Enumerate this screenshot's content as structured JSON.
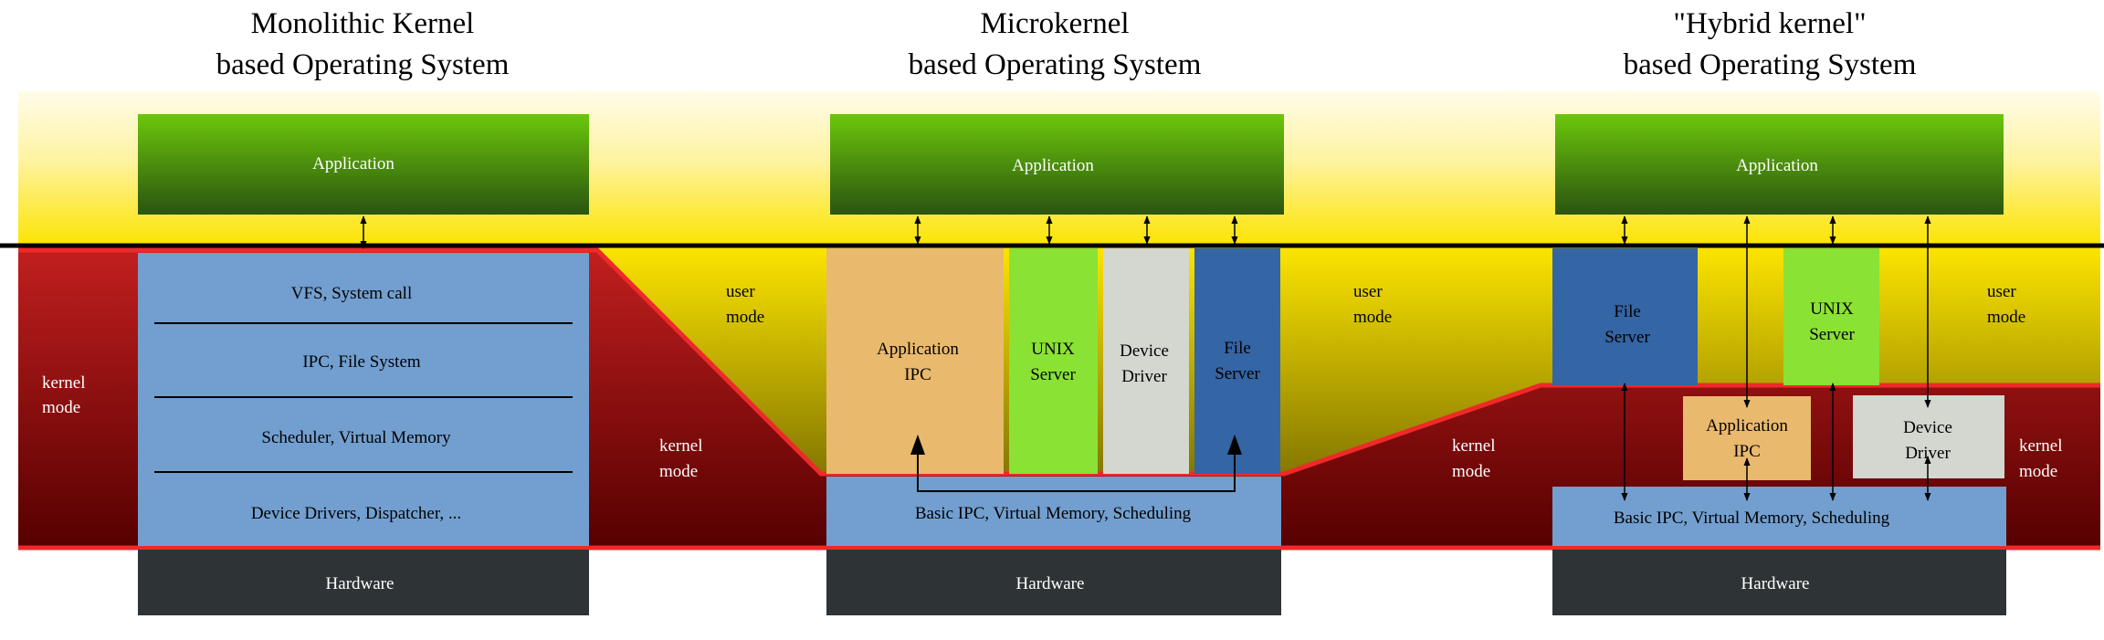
{
  "colors": {
    "kernel_red_top": "#C01F1F",
    "kernel_red_bottom": "#5A0000",
    "boundary_red": "#EF2929",
    "user_yellow": "#FCE500",
    "user_olive": "#635A00",
    "app_green_top": "#6CC70A",
    "app_green_bottom": "#2E5B10",
    "kernel_blue": "#729FCF",
    "server_blue": "#3465A4",
    "server_green": "#8AE234",
    "driver_gray": "#D3D7CF",
    "ipc_tan": "#E9B96E",
    "hardware": "#2E3436"
  },
  "labels": {
    "user_mode_1": "user",
    "user_mode_2": "mode",
    "kernel_mode_1": "kernel",
    "kernel_mode_2": "mode"
  },
  "monolithic": {
    "title_1": "Monolithic Kernel",
    "title_2": "based Operating System",
    "application": "Application",
    "layers": [
      "VFS, System call",
      "IPC, File System",
      "Scheduler, Virtual Memory",
      "Device Drivers, Dispatcher, ..."
    ],
    "hardware": "Hardware"
  },
  "microkernel": {
    "title_1": "Microkernel",
    "title_2": "based Operating System",
    "application": "Application",
    "app_ipc": [
      "Application",
      "IPC"
    ],
    "unix_server": [
      "UNIX",
      "Server"
    ],
    "device_driver": [
      "Device",
      "Driver"
    ],
    "file_server": [
      "File",
      "Server"
    ],
    "kernel": "Basic IPC, Virtual Memory, Scheduling",
    "hardware": "Hardware"
  },
  "hybrid": {
    "title_1": "\"Hybrid kernel\"",
    "title_2": "based Operating System",
    "application": "Application",
    "file_server": [
      "File",
      "Server"
    ],
    "unix_server": [
      "UNIX",
      "Server"
    ],
    "app_ipc": [
      "Application",
      "IPC"
    ],
    "device_driver": [
      "Device",
      "Driver"
    ],
    "kernel": "Basic IPC, Virtual Memory, Scheduling",
    "hardware": "Hardware"
  }
}
